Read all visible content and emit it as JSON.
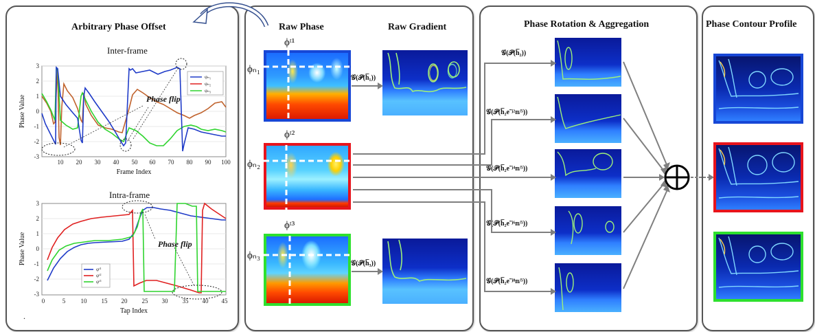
{
  "panel1": {
    "title": "Arbitrary Phase Offset",
    "top_chart": {
      "title": "Inter-frame",
      "xlabel": "Frame Index",
      "ylabel": "Phase Value",
      "xticks": [
        "10",
        "20",
        "30",
        "40",
        "50",
        "60",
        "70",
        "80",
        "90",
        "100"
      ],
      "yticks": [
        "3",
        "2",
        "1",
        "0",
        "-1",
        "-2",
        "-3"
      ],
      "legend": [
        "φₙ₁",
        "φₙ₂",
        "φₙ₃"
      ],
      "annotation": "Phase flip"
    },
    "bottom_chart": {
      "title": "Intra-frame",
      "xlabel": "Tap Index",
      "ylabel": "Phase Value",
      "xticks": [
        "0",
        "5",
        "10",
        "15",
        "20",
        "25",
        "30",
        "35",
        "40",
        "45"
      ],
      "yticks": [
        "3",
        "2",
        "1",
        "0",
        "-1",
        "-2",
        "-3"
      ],
      "legend": [
        "φᵗ¹",
        "φᵗ²",
        "φᵗ³"
      ],
      "annotation": "Phase flip"
    },
    "footnote": "."
  },
  "panel2": {
    "title_raw_phase": "Raw Phase",
    "title_raw_gradient": "Raw Gradient",
    "phi_t1": "ϕᵗ¹",
    "phi_t2": "ϕᵗ²",
    "phi_t3": "ϕᵗ³",
    "phi_n1": "ϕₙ₁",
    "phi_n2": "ϕₙ₂",
    "phi_n3": "ϕₙ₃",
    "g_h1": "𝒢(𝒫(h̅₁))",
    "g_h3": "𝒢(𝒫(h̅₃))"
  },
  "panel3": {
    "title": "Phase Rotation & Aggregation",
    "rotations": [
      "𝒢(𝒫(h̅₂))",
      "𝒢(𝒫(h̅₂e⁻ʲ²ᴨ/⁵))",
      "𝒢(𝒫(h̅₂e⁻ʲ⁴ᴨ/⁵))",
      "𝒢(𝒫(h̅₂e⁻ʲ⁶ᴨ/⁵))",
      "𝒢(𝒫(h̅₂e⁻ʲ⁸ᴨ/⁵))"
    ],
    "aggregator": "⊕"
  },
  "panel4": {
    "title": "Phase Contour Profile"
  },
  "colors": {
    "blue": "#1747d6",
    "red": "#e8141c",
    "green": "#2ee02e",
    "arrow": "#7f7f7f"
  }
}
